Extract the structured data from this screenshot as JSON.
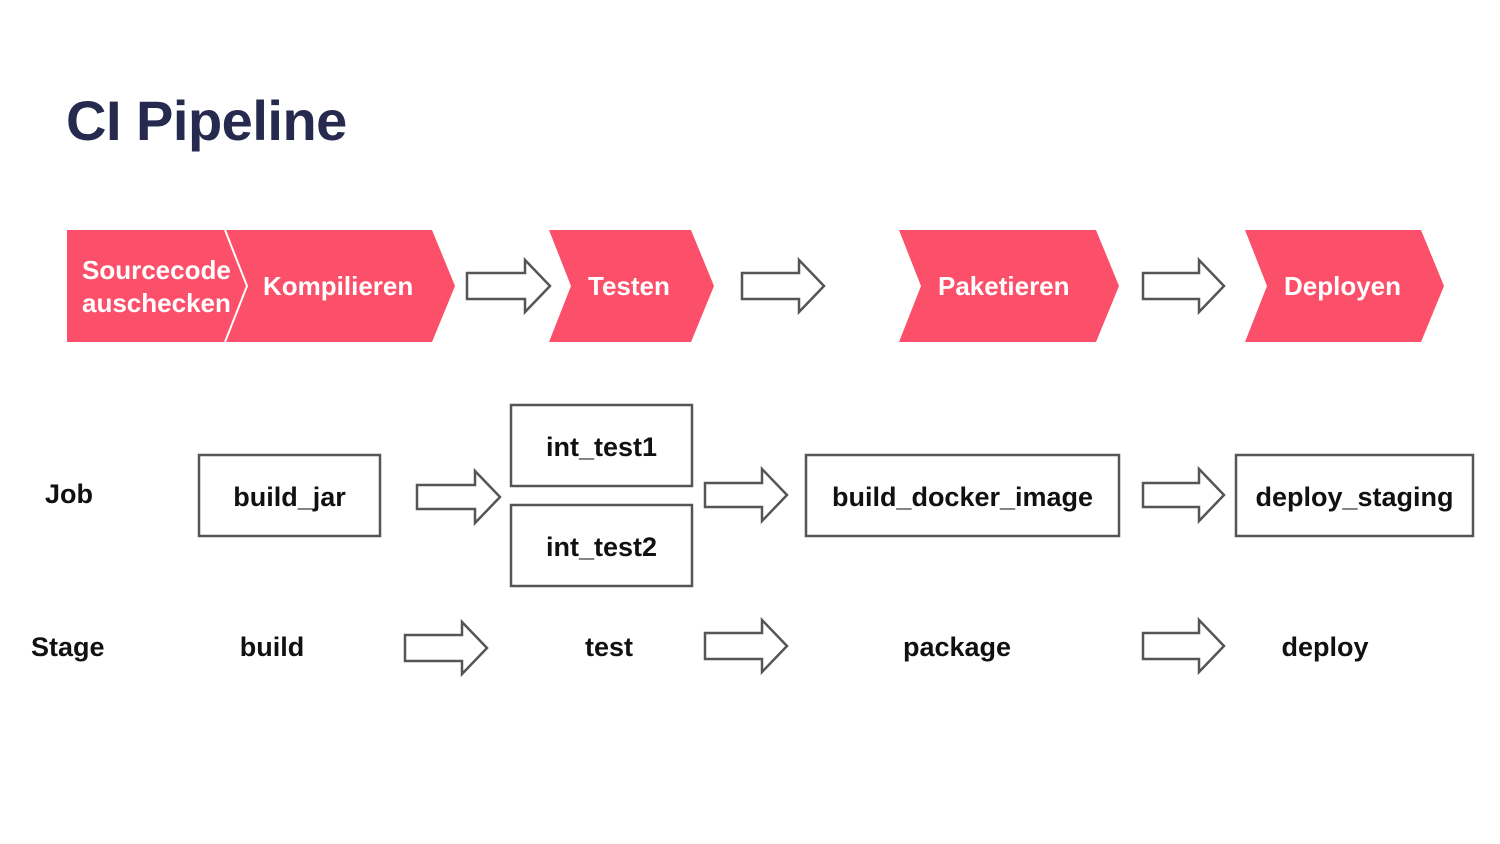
{
  "title": "CI Pipeline",
  "phases": [
    {
      "lines": [
        "Sourcecode",
        "auschecken"
      ]
    },
    {
      "lines": [
        "Kompilieren"
      ]
    },
    {
      "lines": [
        "Testen"
      ]
    },
    {
      "lines": [
        "Paketieren"
      ]
    },
    {
      "lines": [
        "Deployen"
      ]
    }
  ],
  "rows": {
    "job_label": "Job",
    "stage_label": "Stage"
  },
  "jobs": {
    "build_jar": "build_jar",
    "int_test1": "int_test1",
    "int_test2": "int_test2",
    "build_docker_image": "build_docker_image",
    "deploy_staging": "deploy_staging"
  },
  "stages": [
    "build",
    "test",
    "package",
    "deploy"
  ],
  "colors": {
    "title": "#262a4f",
    "chevron": "#fb4f6a",
    "box_stroke": "#555555"
  }
}
